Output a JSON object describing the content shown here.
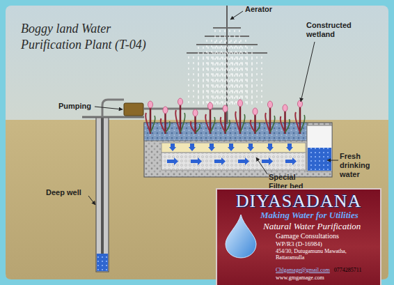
{
  "diagram": {
    "title": "Boggy land Water Purification Plant (T-04)",
    "nodes": [
      {
        "text": [
          "DIYASADANA",
          "Making Water for Utilities",
          "Natural Water Purification",
          "Gamage Consultations",
          "WP/R3 (D-16984)",
          "454/30, Dutugamunu Mawatha, Battaramulla",
          "Chlgamage@gmail.com",
          "0774285711",
          "www.gmgamage.com"
        ]
      }
    ],
    "labels": [
      "Aerator",
      "Constructed wetland",
      "Pumping",
      "Deep well",
      "Special Filter bed",
      "Fresh drinking water"
    ]
  }
}
